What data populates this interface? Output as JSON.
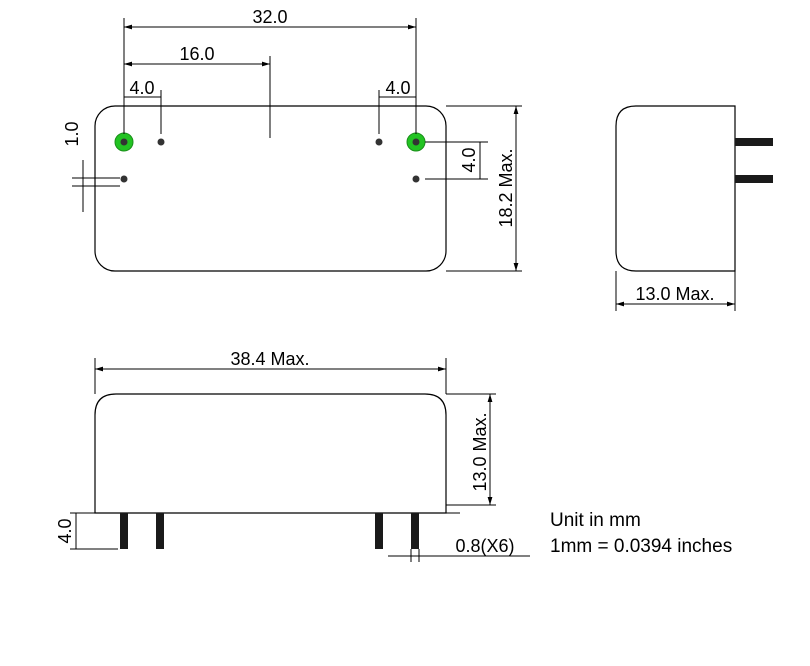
{
  "dimensions": {
    "overall_pin_span": "32.0",
    "half_span": "16.0",
    "left_pin_pitch": "4.0",
    "right_pin_pitch": "4.0",
    "pin_row_offset": "1.0",
    "right_vertical_pitch": "4.0",
    "height": "18.2 Max.",
    "side_depth": "13.0 Max.",
    "length": "38.4 Max.",
    "profile_height": "13.0 Max.",
    "pin_length": "4.0",
    "pin_diameter": "0.8(X6)"
  },
  "notes": {
    "unit": "Unit in mm",
    "conversion": "1mm = 0.0394 inches"
  },
  "colors": {
    "pin1_marker": "#22c322",
    "line": "#000000"
  }
}
